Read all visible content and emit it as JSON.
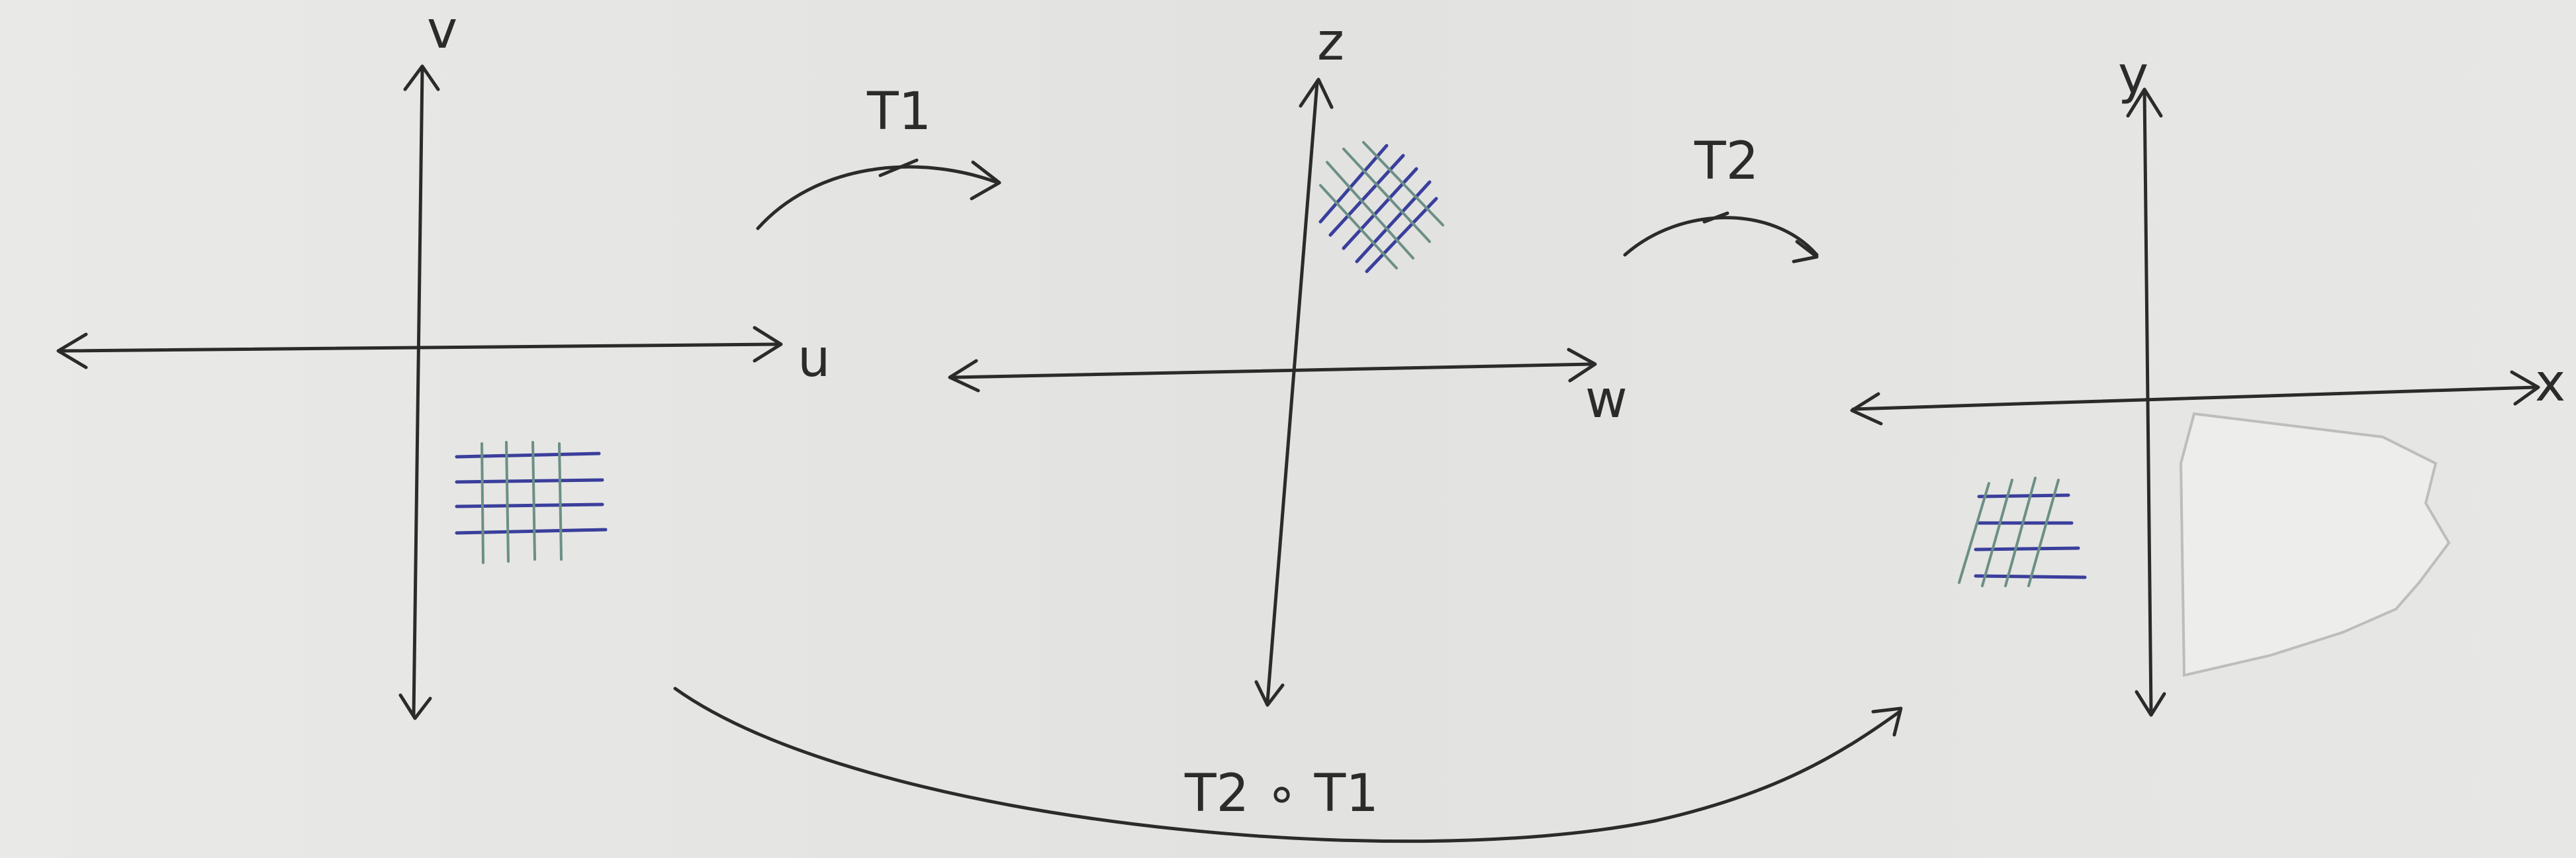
{
  "panels": [
    {
      "vertical_axis": "v",
      "horizontal_axis": "u"
    },
    {
      "vertical_axis": "z",
      "horizontal_axis": "w"
    },
    {
      "vertical_axis": "y",
      "horizontal_axis": "x"
    }
  ],
  "transforms": {
    "t1": "T1",
    "t2": "T2",
    "composite": "T2 ∘ T1"
  },
  "colors": {
    "ink": "#2b2b2b",
    "grid_blue": "#3a3f9c",
    "grid_green": "#6b8f86",
    "paper": "#e5e5e3"
  }
}
